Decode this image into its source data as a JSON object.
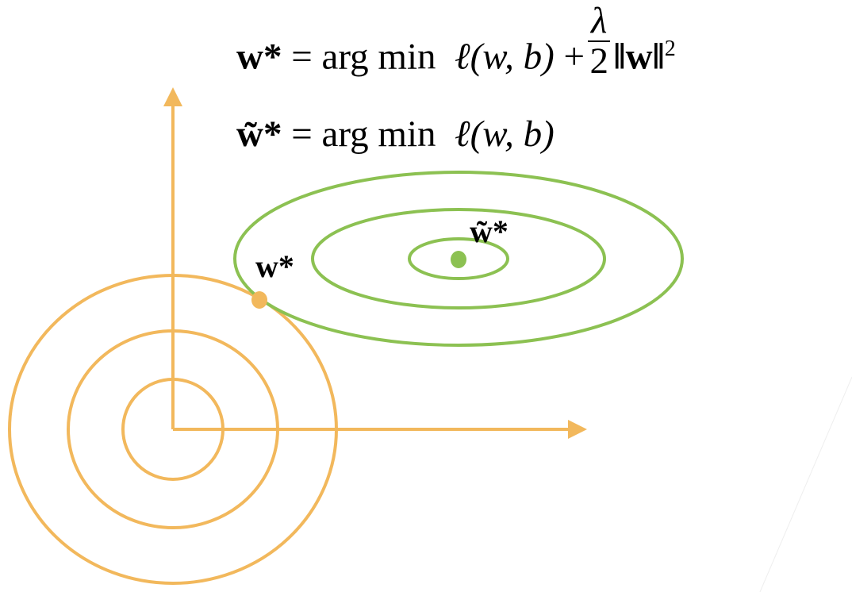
{
  "equations": {
    "regularized": {
      "lhs": "w*",
      "equals": "=",
      "op": "arg min",
      "loss": "ℓ(w, b)",
      "plus": "+",
      "frac_num": "λ",
      "frac_den": "2",
      "norm": "‖w‖",
      "power": "2"
    },
    "unregularized": {
      "lhs": "w̃*",
      "equals": "=",
      "op": "arg min",
      "loss": "ℓ(w, b)"
    }
  },
  "labels": {
    "w_star": "w*",
    "w_tilde_star": "w̃*"
  },
  "colors": {
    "penalty": "#F2B85C",
    "loss": "#8CC152",
    "text": "#000000"
  }
}
